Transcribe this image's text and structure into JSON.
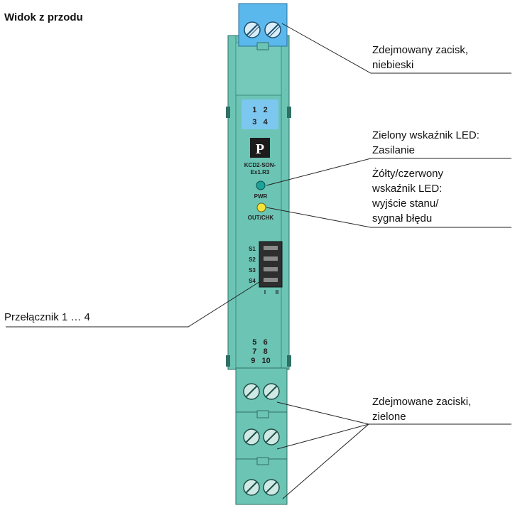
{
  "title": "Widok z przodu",
  "device": {
    "model_line1": "KCD2-SON-",
    "model_line2": "Ex1.R3",
    "terminals_top": {
      "row1": "1   2",
      "row2": "3   4"
    },
    "terminals_bottom": {
      "row1": "5   6",
      "row2": "7   8",
      "row3": "9   10"
    },
    "led_pwr_label": "PWR",
    "led_out_label": "OUT/CHK",
    "switch_labels": [
      "S1",
      "S2",
      "S3",
      "S4"
    ],
    "switch_pos_1": "I",
    "switch_pos_2": "II",
    "logo_text": "P",
    "colors": {
      "housing": "#6cc4b4",
      "housing_dark": "#4fa595",
      "blue_terminal": "#5bb8ec",
      "led_green": "#1aa39a",
      "led_yellow": "#f2e43a",
      "switch_block": "#2e2e2e"
    }
  },
  "callouts": {
    "removable_blue": [
      "Zdejmowany zacisk,",
      "niebieski"
    ],
    "green_led": [
      "Zielony wskaźnik LED:",
      "Zasilanie"
    ],
    "yellow_red_led": [
      "Żółty/czerwony",
      "wskaźnik LED:",
      "wyjście stanu/",
      "sygnał błędu"
    ],
    "switch": [
      "Przełącznik 1 … 4"
    ],
    "removable_green": [
      "Zdejmowane zaciski,",
      "zielone"
    ]
  }
}
